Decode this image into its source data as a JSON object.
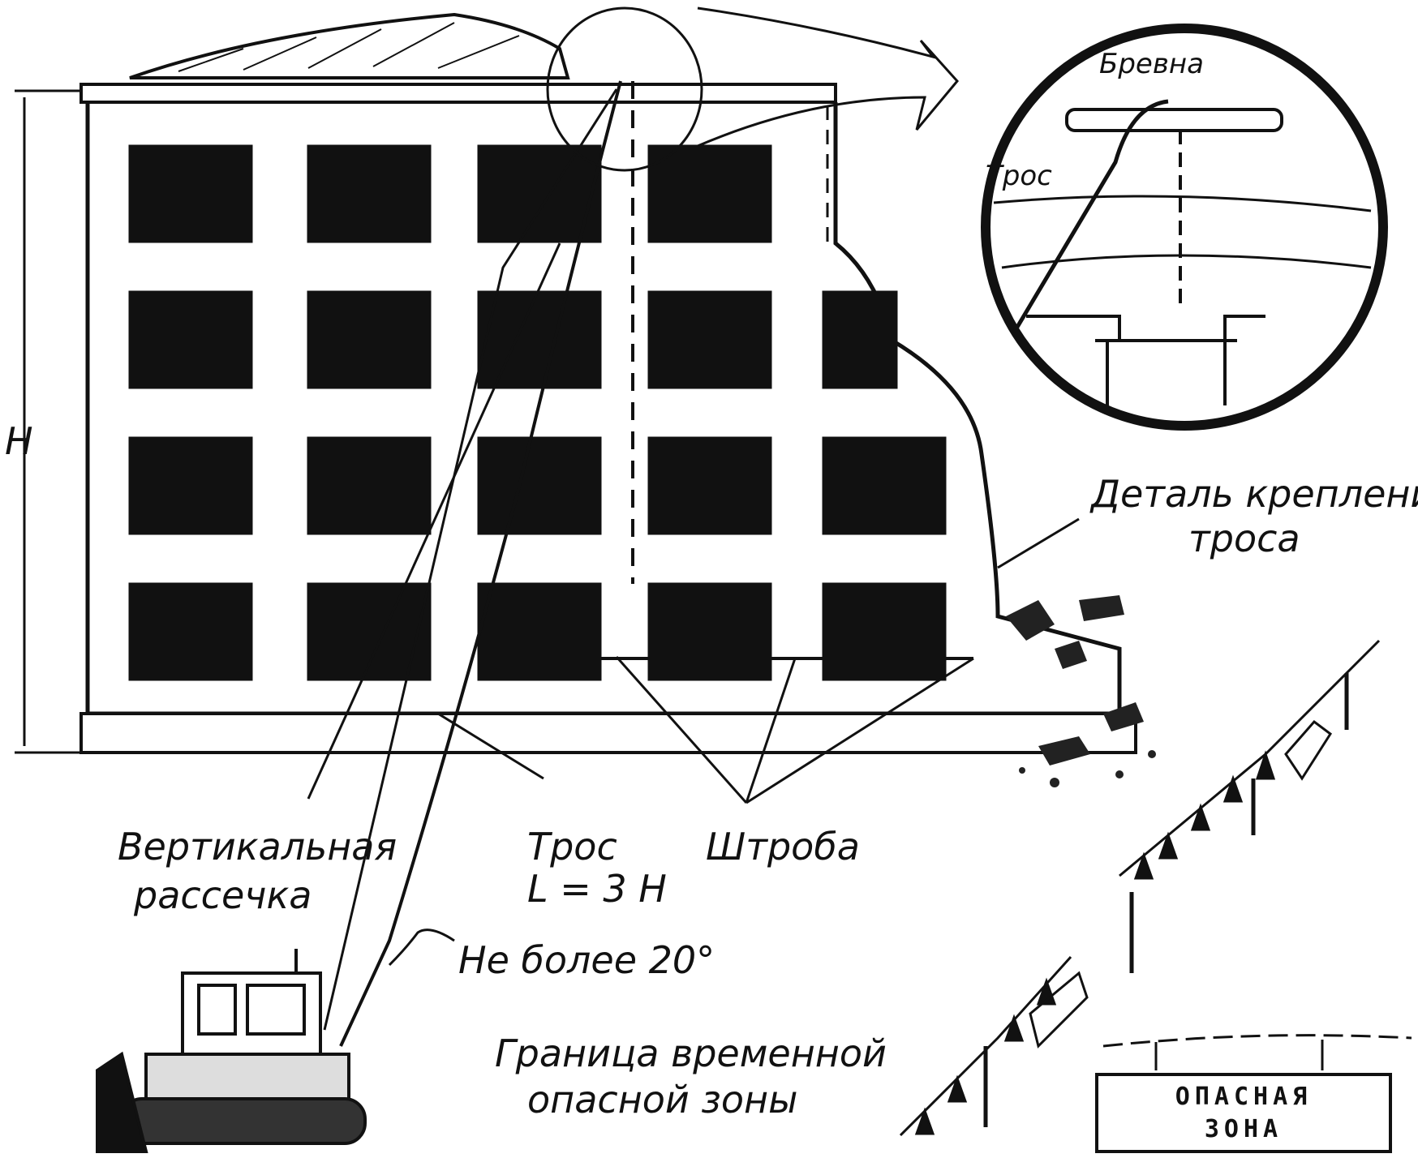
{
  "labels": {
    "log": "Бревна",
    "cable_detail": "Трос",
    "detail_title_line1": "Деталь крепления",
    "detail_title_line2": "троса",
    "vertical_cut_line1": "Вертикальная",
    "vertical_cut_line2": "рассечка",
    "cable_line1": "Трос",
    "cable_line2": "L = 3 H",
    "groove": "Штроба",
    "angle": "Не более 20°",
    "boundary_line1": "Граница временной",
    "boundary_line2": "опасной зоны",
    "height": "H",
    "sign_line1": "ОПАСНАЯ",
    "sign_line2": "ЗОНА"
  }
}
